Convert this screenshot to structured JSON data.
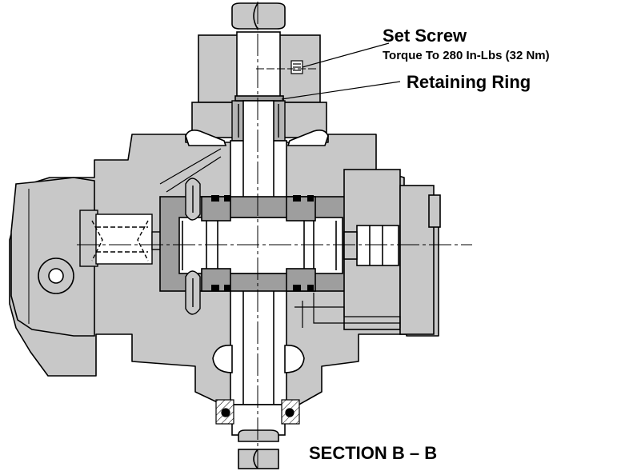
{
  "labels": {
    "set_screw": "Set Screw",
    "torque_note": "Torque To 280 In-Lbs (32 Nm)",
    "retaining_ring": "Retaining Ring",
    "section_title": "SECTION B – B"
  },
  "colors": {
    "body_fill": "#c8c8c8",
    "dark_fill": "#9e9e9e",
    "outline": "#000000",
    "background": "#ffffff"
  }
}
